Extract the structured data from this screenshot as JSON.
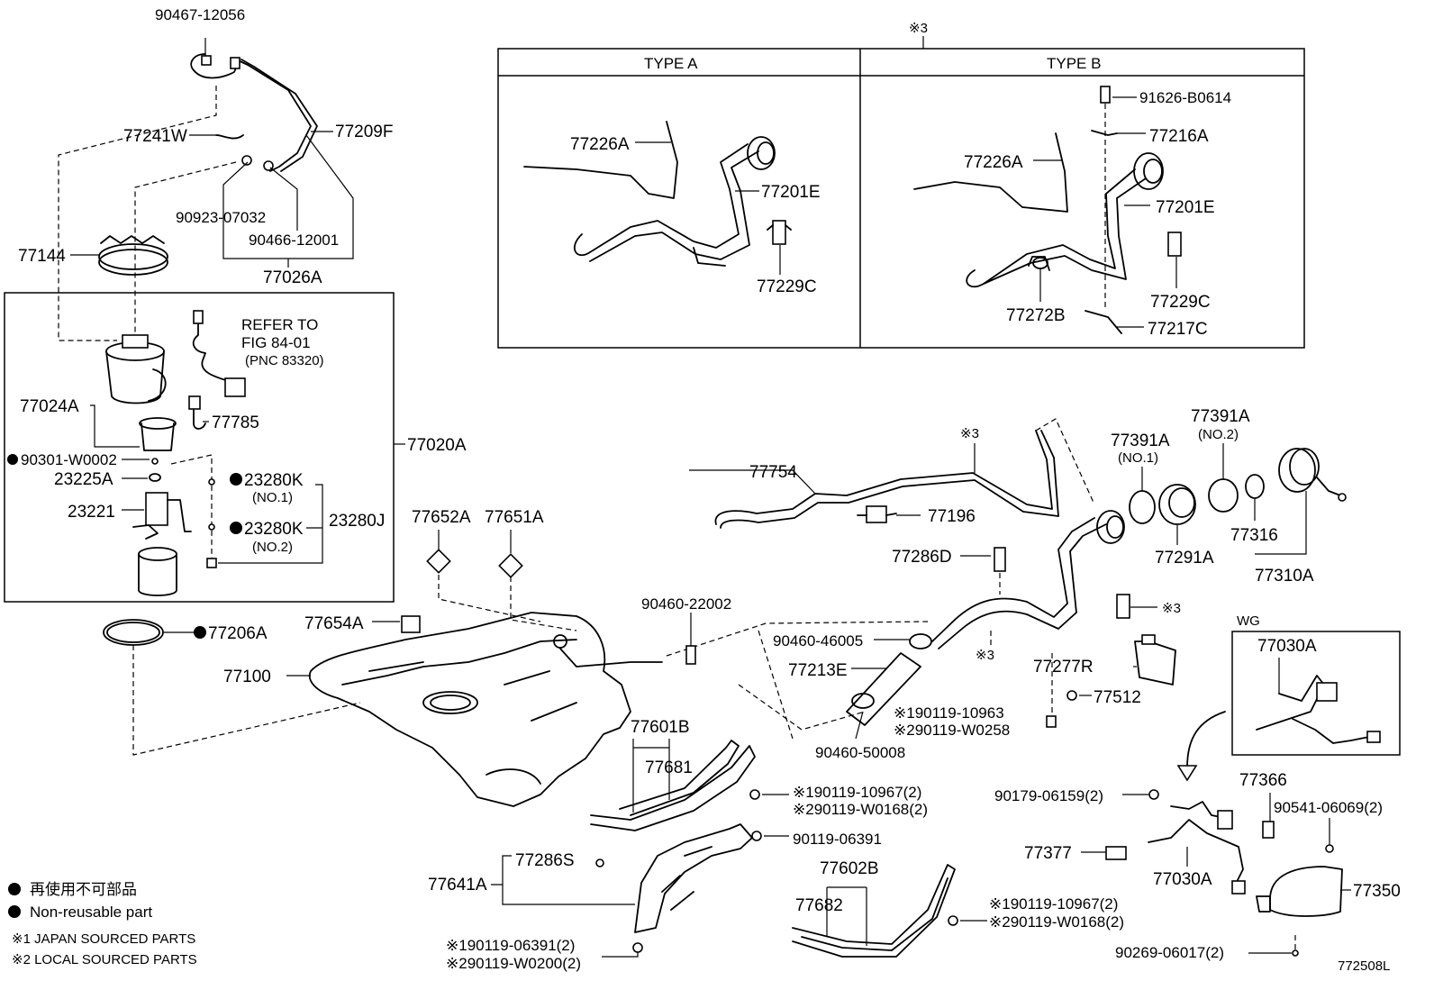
{
  "labels": {
    "p90467_12056": "90467-12056",
    "p77241W": "77241W",
    "p77209F": "77209F",
    "p90923_07032": "90923-07032",
    "p90466_12001": "90466-12001",
    "p77144": "77144",
    "p77026A": "77026A",
    "refer_to": "REFER TO",
    "fig_84_01": "FIG 84-01",
    "pnc_83320": "(PNC 83320)",
    "p77024A": "77024A",
    "p77785": "77785",
    "p77020A": "77020A",
    "p90301_W0002": "90301-W0002",
    "p23225A": "23225A",
    "p23280K_1": "23280K",
    "no1": "(NO.1)",
    "p23221": "23221",
    "p23280K_2": "23280K",
    "no2": "(NO.2)",
    "p23280J": "23280J",
    "p77206A": "77206A",
    "p77652A": "77652A",
    "p77651A": "77651A",
    "p77654A": "77654A",
    "p77100": "77100",
    "ref3_top": "※3",
    "type_a": "TYPE  A",
    "type_b": "TYPE  B",
    "p77226A_a": "77226A",
    "p77201E_a": "77201E",
    "p77229C_a": "77229C",
    "p91626_B0614": "91626-B0614",
    "p77216A": "77216A",
    "p77226A_b": "77226A",
    "p77201E_b": "77201E",
    "p77229C_b": "77229C",
    "p77272B": "77272B",
    "p77217C": "77217C",
    "p77754": "77754",
    "ref3_mid": "※3",
    "p77196": "77196",
    "p77391A_no1": "77391A",
    "no1_b": "(NO.1)",
    "p77391A_no2": "77391A",
    "no2_b": "(NO.2)",
    "p77286D": "77286D",
    "p77291A": "77291A",
    "p77316": "77316",
    "p77310A": "77310A",
    "ref3_side": "※3",
    "p90460_22002": "90460-22002",
    "p90460_46005": "90460-46005",
    "ref3_low": "※3",
    "p77213E": "77213E",
    "p77277R": "77277R",
    "p77512": "77512",
    "wg": "WG",
    "p77030A_wg": "77030A",
    "p90119_10963": "※190119-10963",
    "p90119_W0258": "※290119-W0258",
    "p90460_50008": "90460-50008",
    "p77601B": "77601B",
    "p77681": "77681",
    "p90119_10967_a": "※190119-10967(2)",
    "p90119_W0168_a": "※290119-W0168(2)",
    "p90119_06391": "90119-06391",
    "p77286S": "77286S",
    "p77641A": "77641A",
    "p77602B": "77602B",
    "p77682": "77682",
    "p90119_10967_b": "※190119-10967(2)",
    "p90119_W0168_b": "※290119-W0168(2)",
    "p90119_06391_2": "※190119-06391(2)",
    "p90119_W0200": "※290119-W0200(2)",
    "p90179_06159": "90179-06159(2)",
    "p77366": "77366",
    "p90541_06069": "90541-06069(2)",
    "p77377": "77377",
    "p77030A": "77030A",
    "p77350": "77350",
    "p90269_06017": "90269-06017(2)",
    "diagram_no": "772508L"
  },
  "legend": {
    "line1": "再使用不可部品",
    "line2": "Non-reusable part",
    "line3": "※1 JAPAN SOURCED PARTS",
    "line4": "※2 LOCAL SOURCED PARTS"
  }
}
